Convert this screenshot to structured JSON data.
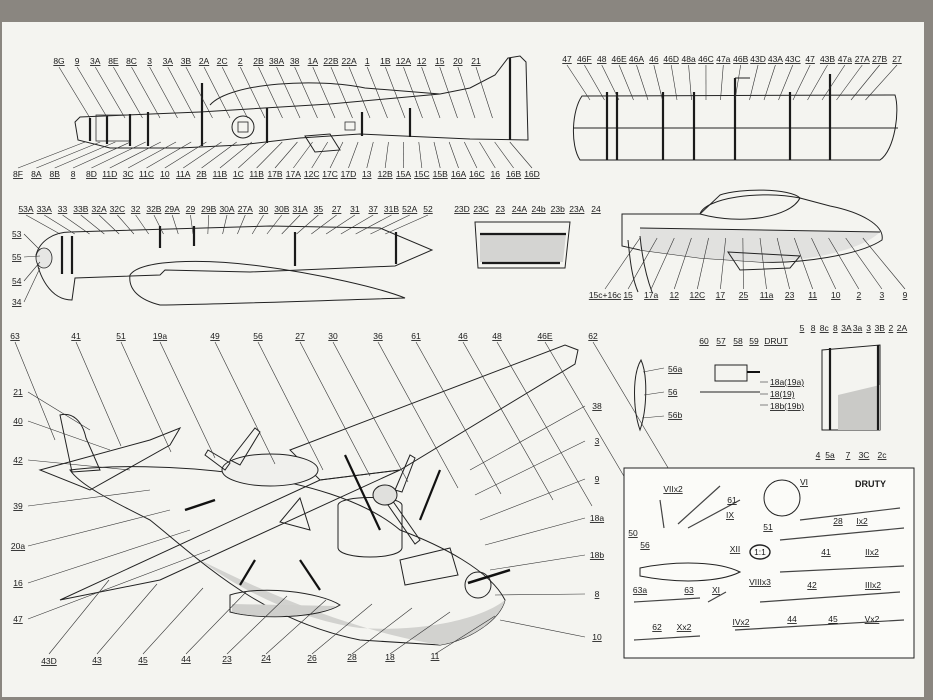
{
  "fuselage_top": {
    "labels_top": [
      "8G",
      "9",
      "3A",
      "8E",
      "8C",
      "3",
      "3A",
      "3B",
      "2A",
      "2C",
      "2",
      "2B",
      "38A",
      "38",
      "1A",
      "22B",
      "22A",
      "1",
      "1B",
      "12A",
      "12",
      "15",
      "20",
      "21"
    ],
    "labels_bottom": [
      "8F",
      "8A",
      "8B",
      "8",
      "8D",
      "11D",
      "3C",
      "11C",
      "10",
      "11A",
      "2B",
      "11B",
      "1C",
      "11B",
      "17B",
      "17A",
      "12C",
      "17C",
      "17D",
      "13",
      "12B",
      "15A",
      "15C",
      "15B",
      "16A",
      "16C",
      "16",
      "16B",
      "16D"
    ]
  },
  "wing_top": {
    "labels": [
      "47",
      "46F",
      "48",
      "46E",
      "46A",
      "46",
      "46D",
      "48a",
      "46C",
      "47a",
      "46B",
      "43D",
      "43A",
      "43C",
      "47",
      "43B",
      "47a",
      "27A",
      "27B",
      "27"
    ]
  },
  "float_side": {
    "labels_top": [
      "53A",
      "33A",
      "33",
      "33B",
      "32A",
      "32C",
      "32",
      "32B",
      "29A",
      "29",
      "29B",
      "30A",
      "27A",
      "30",
      "30B",
      "31A",
      "35",
      "27",
      "31",
      "37",
      "31B",
      "52A",
      "52"
    ],
    "labels_left": [
      "53",
      "55",
      "54",
      "34"
    ]
  },
  "float_part": {
    "labels": [
      "23D",
      "23C",
      "23",
      "24A",
      "24b",
      "23b",
      "23A",
      "24"
    ]
  },
  "hull": {
    "labels": [
      "15c+16c",
      "15",
      "17a",
      "12",
      "12C",
      "17",
      "25",
      "11a",
      "23",
      "11",
      "10",
      "2",
      "3",
      "9"
    ]
  },
  "main_view": {
    "labels_top": [
      "63",
      "41",
      "51",
      "19a",
      "49",
      "56",
      "27",
      "30",
      "36",
      "61",
      "46",
      "48",
      "46E",
      "62"
    ],
    "labels_left": [
      "21",
      "40",
      "42",
      "39",
      "20a",
      "16",
      "47"
    ],
    "labels_right": [
      "38",
      "3",
      "9",
      "18a",
      "18b",
      "8",
      "10"
    ],
    "labels_bottom": [
      "43D",
      "43",
      "45",
      "44",
      "23",
      "24",
      "26",
      "28",
      "18",
      "11"
    ]
  },
  "prop_blade": {
    "labels": [
      "56a",
      "56",
      "56b"
    ]
  },
  "mg_detail": {
    "labels_top": [
      "60",
      "57",
      "58",
      "59",
      "DRUT"
    ],
    "labels_right": [
      "18a(19a)",
      "18(19)",
      "18b(19b)"
    ]
  },
  "cockpit_detail": {
    "labels_top": [
      "5",
      "8",
      "8c",
      "8",
      "3A",
      "3a",
      "3",
      "3B",
      "2",
      "2A"
    ],
    "labels_bottom": [
      "4",
      "5a",
      "7",
      "3C",
      "2c"
    ]
  },
  "druty": {
    "title": "DRUTY",
    "scale": "1:1",
    "labels": [
      "VIIx2",
      "61",
      "IX",
      "VI",
      "50",
      "51",
      "28",
      "Ix2",
      "XII",
      "56",
      "41",
      "IIx2",
      "VIIIx3",
      "42",
      "IIIx2",
      "63a",
      "63",
      "XI",
      "IVx2",
      "44",
      "45",
      "Vx2",
      "62",
      "Xx2"
    ]
  }
}
